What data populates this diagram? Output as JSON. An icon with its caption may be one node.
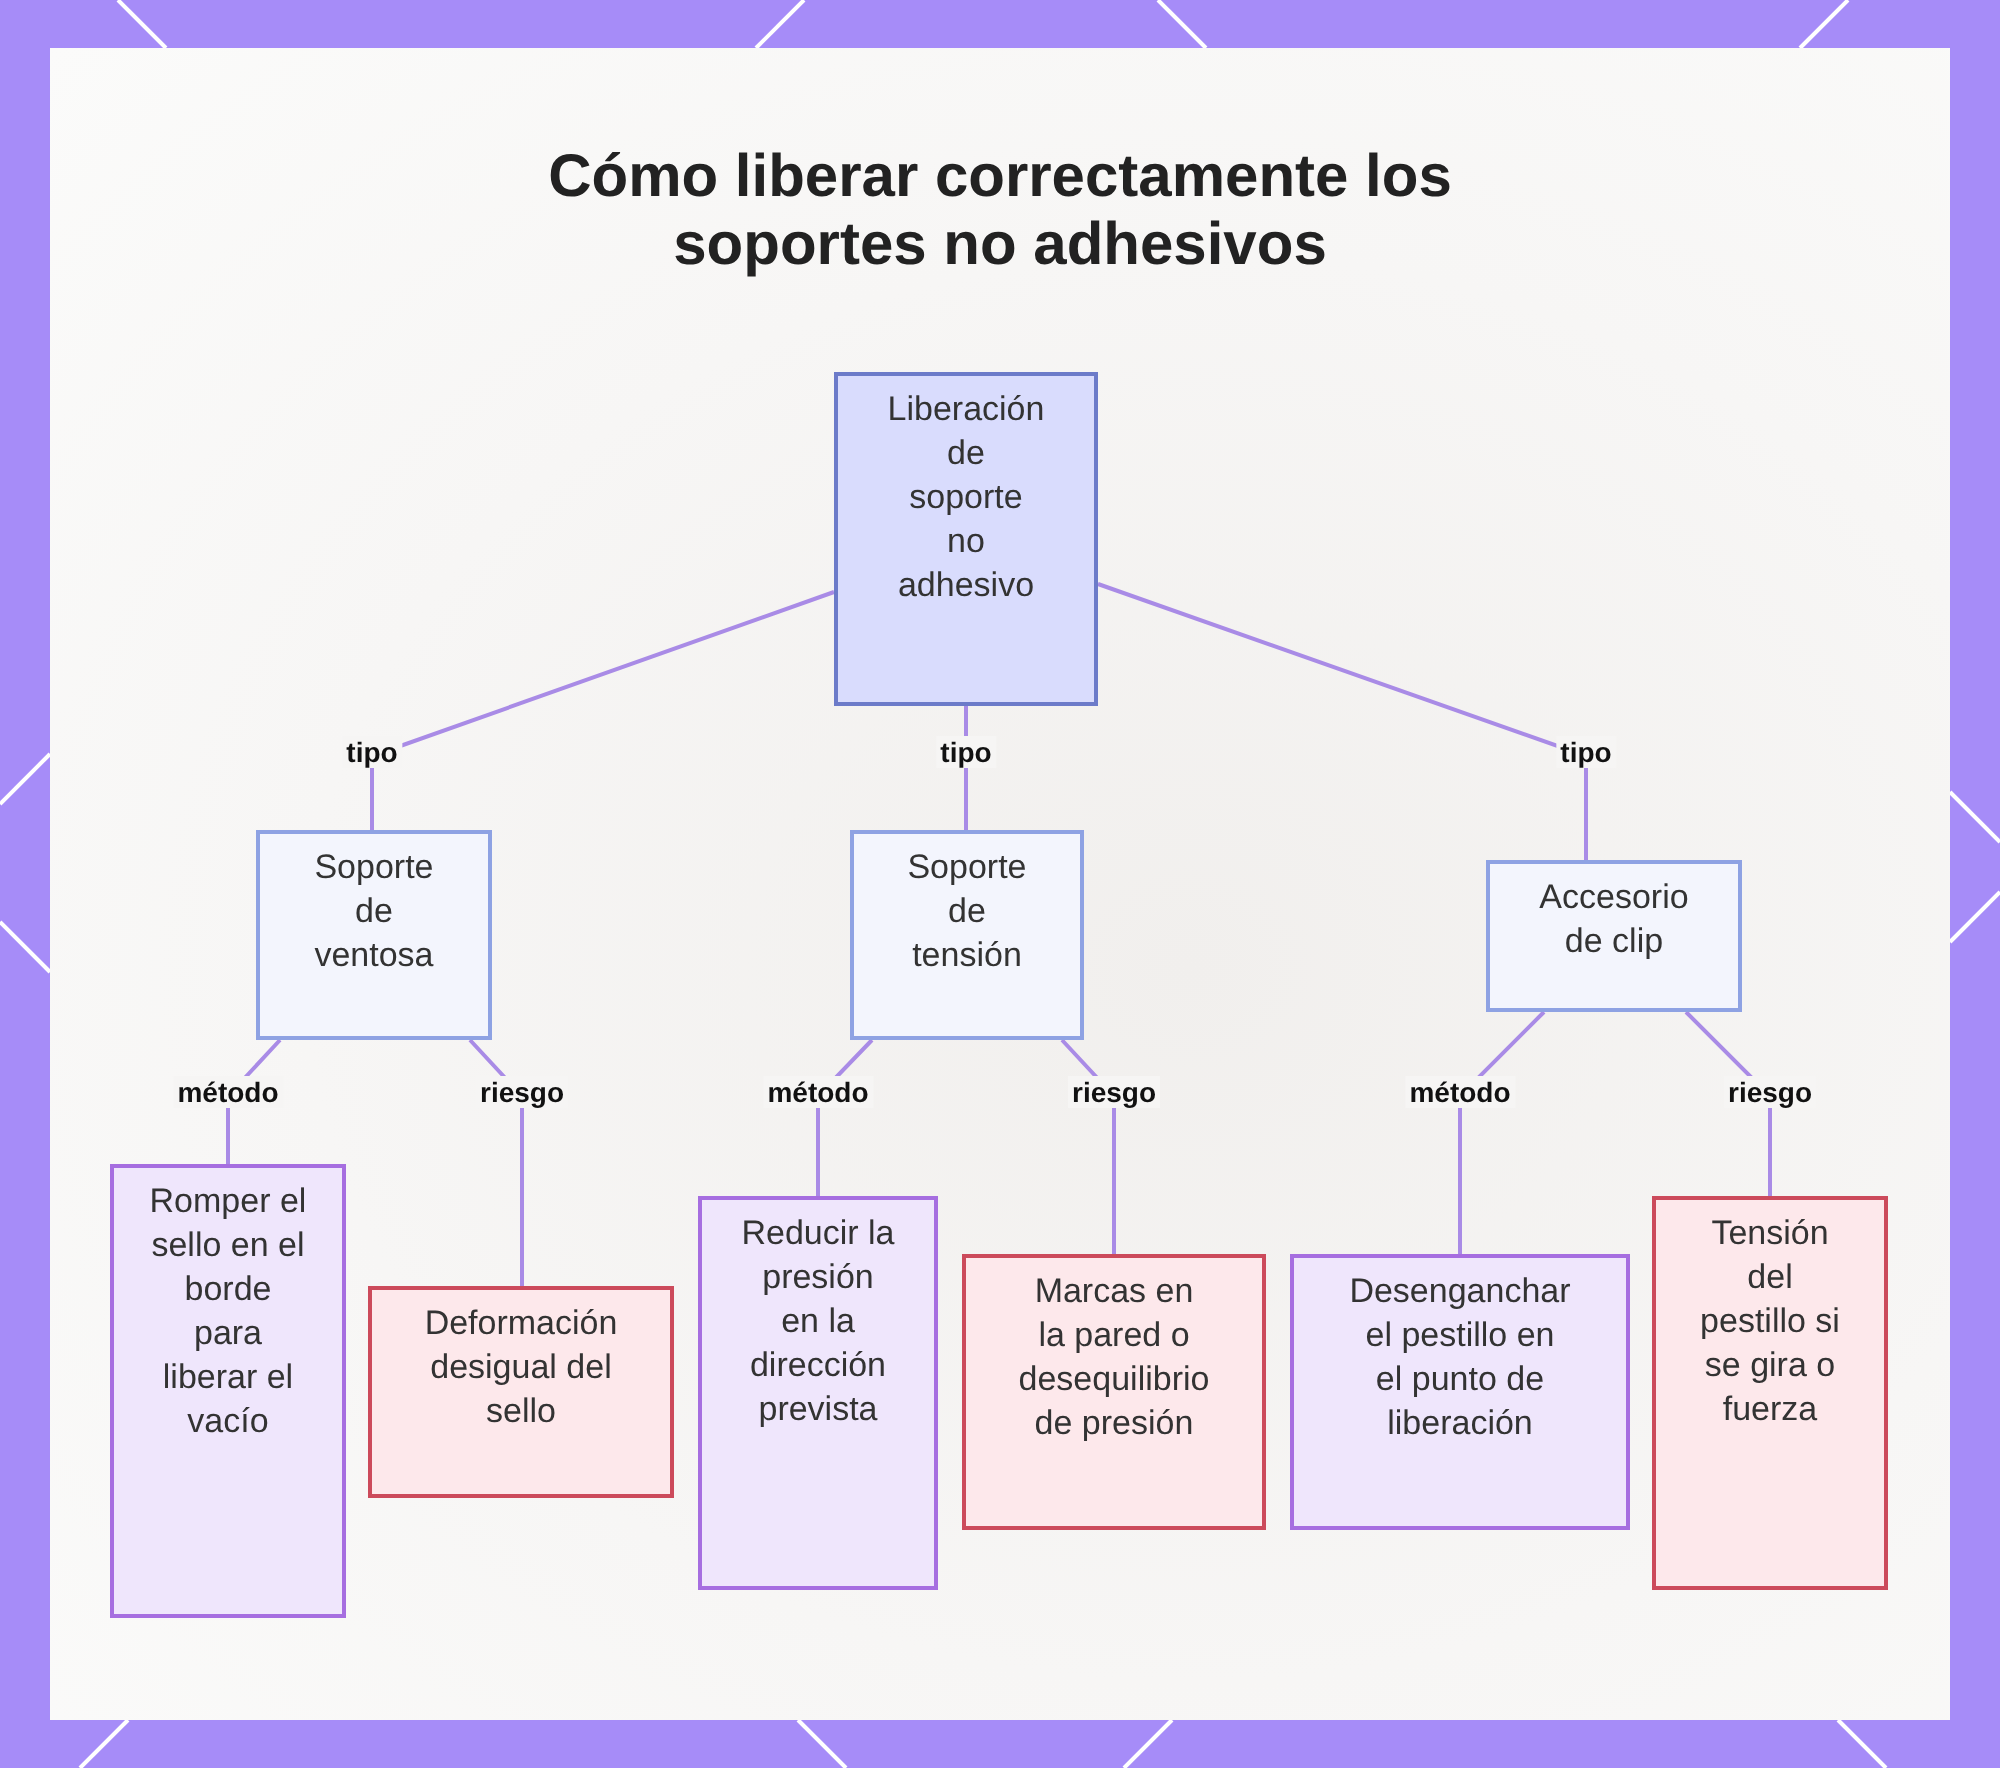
{
  "diagram": {
    "title": "Cómo liberar correctamente los soportes no adhesivos",
    "nodes": [
      {
        "text": [
          "Liberación de soporte no adhesivo"
        ]
      },
      {
        "text": [
          "Soporte de ventosa"
        ]
      },
      {
        "text": [
          "Soporte de tensión"
        ]
      },
      {
        "text": [
          "Accesorio de clip"
        ]
      },
      {
        "text": [
          "Romper el sello en el borde para liberar el vacío"
        ]
      },
      {
        "text": [
          "Deformación desigual del sello"
        ]
      },
      {
        "text": [
          "Reducir la presión en la dirección prevista"
        ]
      },
      {
        "text": [
          "Marcas en la pared o desequilibrio de presión"
        ]
      },
      {
        "text": [
          "Desenganchar el pestillo en el punto de liberación"
        ]
      },
      {
        "text": [
          "Tensión del pestillo si se gira o fuerza"
        ]
      }
    ],
    "edges": [
      {
        "from": 0,
        "to": 1,
        "arrow": "none",
        "label": "tipo"
      },
      {
        "from": 0,
        "to": 2,
        "arrow": "none",
        "label": "tipo"
      },
      {
        "from": 0,
        "to": 3,
        "arrow": "none",
        "label": "tipo"
      },
      {
        "from": 1,
        "to": 4,
        "arrow": "none",
        "label": "método"
      },
      {
        "from": 1,
        "to": 5,
        "arrow": "none",
        "label": "riesgo"
      },
      {
        "from": 2,
        "to": 6,
        "arrow": "none",
        "label": "método"
      },
      {
        "from": 2,
        "to": 7,
        "arrow": "none",
        "label": "riesgo"
      },
      {
        "from": 3,
        "to": 8,
        "arrow": "none",
        "label": "método"
      },
      {
        "from": 3,
        "to": 9,
        "arrow": "none",
        "label": "riesgo"
      }
    ]
  }
}
